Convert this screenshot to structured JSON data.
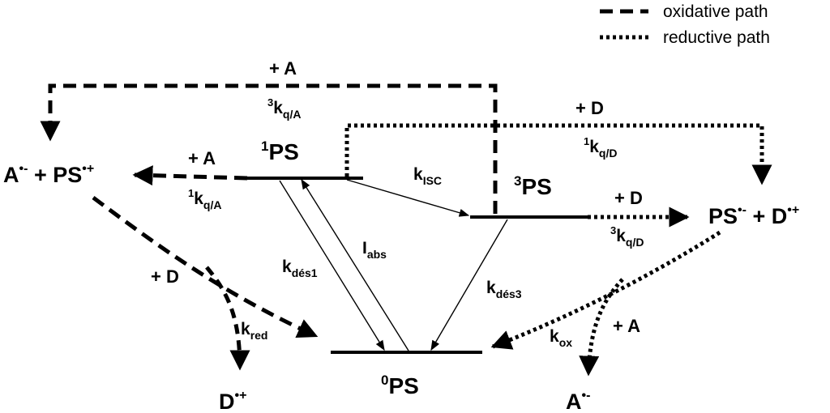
{
  "legend": {
    "oxidative": "oxidative path",
    "reductive": "reductive path"
  },
  "states": {
    "ps1": {
      "sup": "1",
      "base": "PS"
    },
    "ps3": {
      "sup": "3",
      "base": "PS"
    },
    "ps0": {
      "sup": "0",
      "base": "PS"
    }
  },
  "species": {
    "left_products": {
      "a": "A",
      "a_sup": "•-",
      "mid": " + PS",
      "ps_sup": "•+"
    },
    "right_products": {
      "ps": "PS",
      "ps_sup": "•-",
      "mid": " + D",
      "d_sup": "•+"
    },
    "d_cation": {
      "base": "D",
      "sup": "•+"
    },
    "a_anion": {
      "base": "A",
      "sup": "•-"
    }
  },
  "labels": {
    "top_plus_a": "+ A",
    "top_rate": {
      "pre": "3",
      "k": "k",
      "sub": "q/A"
    },
    "top_plus_d": "+ D",
    "right_top_rate": {
      "pre": "1",
      "k": "k",
      "sub": "q/D"
    },
    "left_plus_a": "+ A",
    "left_rate": {
      "pre": "1",
      "k": "k",
      "sub": "q/A"
    },
    "kisc": {
      "k": "k",
      "sub": "ISC"
    },
    "right_plus_d": "+ D",
    "right_rate": {
      "pre": "3",
      "k": "k",
      "sub": "q/D"
    },
    "kdes1": {
      "k": "k",
      "sub": "dés1"
    },
    "iabs": {
      "k": "I",
      "sub": "abs"
    },
    "kdes3": {
      "k": "k",
      "sub": "dés3"
    },
    "plus_d_lower": "+ D",
    "kred": {
      "k": "k",
      "sub": "red"
    },
    "kox": {
      "k": "k",
      "sub": "ox"
    },
    "plus_a_lower": "+ A"
  }
}
